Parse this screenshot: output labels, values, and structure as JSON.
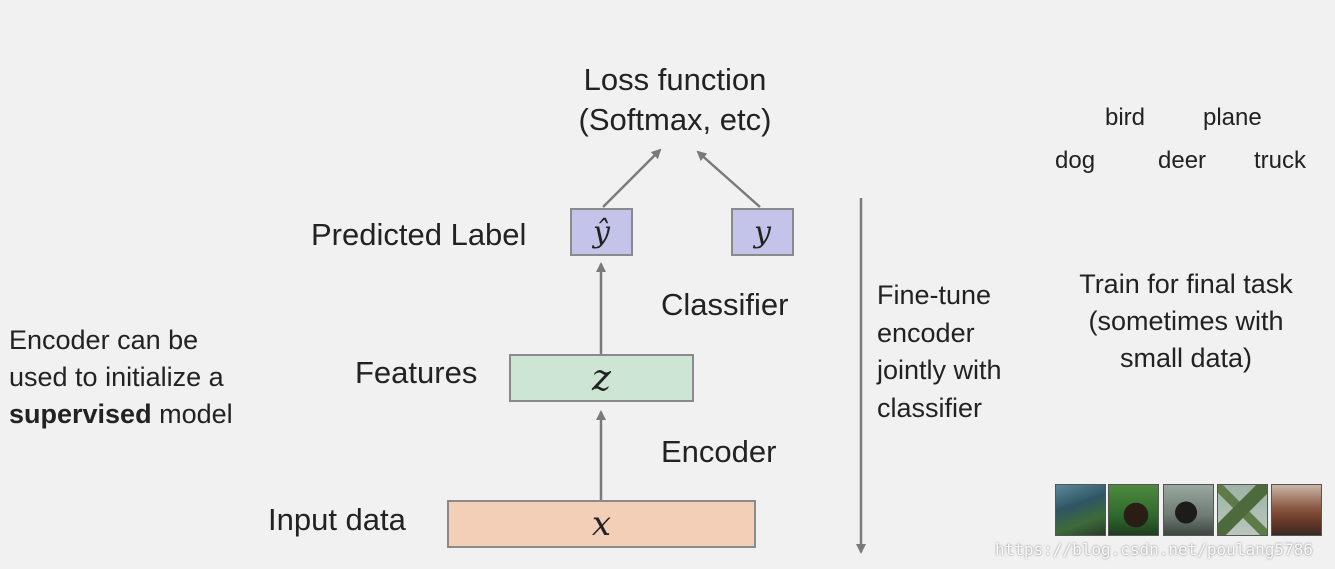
{
  "loss": {
    "line1": "Loss function",
    "line2": "(Softmax, etc)"
  },
  "labels": {
    "predicted": "Predicted Label",
    "features": "Features",
    "input": "Input data",
    "classifier": "Classifier",
    "encoder": "Encoder"
  },
  "boxes": {
    "y_hat": "ŷ",
    "y": "y",
    "z": "z",
    "x": "x"
  },
  "left_note": {
    "line1": "Encoder can be",
    "line2": "used to initialize a",
    "line3_bold": "supervised",
    "line3_rest": " model"
  },
  "finetune": [
    "Fine-tune",
    "encoder",
    "jointly with",
    "classifier"
  ],
  "classes": {
    "bird": "bird",
    "plane": "plane",
    "dog": "dog",
    "deer": "deer",
    "truck": "truck"
  },
  "final_task": [
    "Train for final task",
    "(sometimes with",
    "small data)"
  ],
  "watermark": "https://blog.csdn.net/poulang5786",
  "colors": {
    "label_box": "#c4c4ea",
    "feature_box": "#cde6d3",
    "input_box": "#f3cfb8",
    "arrow": "#7a7a7a",
    "background": "#f1f1f1"
  }
}
